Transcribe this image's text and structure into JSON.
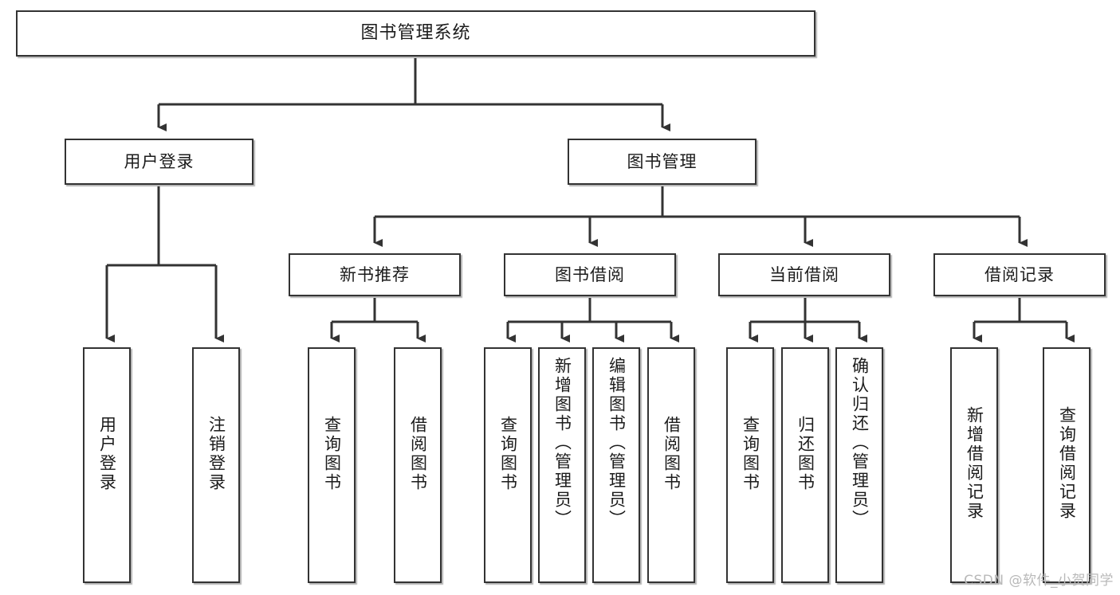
{
  "diagram": {
    "title": "图书管理系统",
    "type": "tree",
    "root": {
      "label": "图书管理系统"
    },
    "level2": [
      {
        "label": "用户登录"
      },
      {
        "label": "图书管理"
      }
    ],
    "level3": [
      {
        "label": "新书推荐"
      },
      {
        "label": "图书借阅"
      },
      {
        "label": "当前借阅"
      },
      {
        "label": "借阅记录"
      }
    ],
    "leaves": {
      "user_login": [
        {
          "label": "用户登录"
        },
        {
          "label": "注销登录"
        }
      ],
      "new_book_recommend": [
        {
          "label": "查询图书"
        },
        {
          "label": "借阅图书"
        }
      ],
      "book_borrow": [
        {
          "label": "查询图书"
        },
        {
          "label": "新增图书（管理员）"
        },
        {
          "label": "编辑图书（管理员）"
        },
        {
          "label": "借阅图书"
        }
      ],
      "current_borrow": [
        {
          "label": "查询图书"
        },
        {
          "label": "归还图书"
        },
        {
          "label": "确认归还（管理员）"
        }
      ],
      "borrow_record": [
        {
          "label": "新增借阅记录"
        },
        {
          "label": "查询借阅记录"
        }
      ]
    }
  },
  "watermark": {
    "text": "CSDN @软件_小贺同学"
  },
  "colors": {
    "border": "#333333",
    "background": "#ffffff",
    "text": "#1b1b1b",
    "connector": "#333333",
    "watermark": "#b9b9b9"
  }
}
